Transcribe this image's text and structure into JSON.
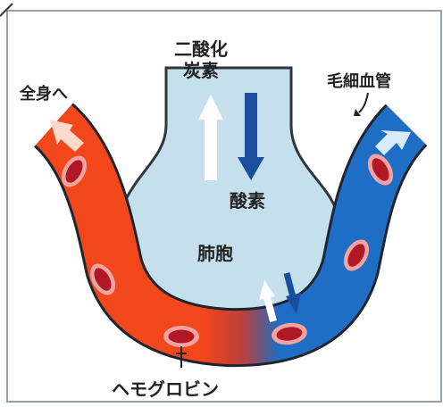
{
  "labels": {
    "co2": "二酸化\n炭素",
    "to_body": "全身へ",
    "capillary": "毛細血管",
    "oxygen": "酸素",
    "alveolus": "肺胞",
    "hemoglobin": "ヘモグロビン"
  },
  "colors": {
    "background": "#ffffff",
    "frame": "#9aa0a8",
    "alveolus_fill": "#c6dfec",
    "alveolus_stroke": "#2f3640",
    "oxygenated_blood": "#f2461b",
    "deoxygenated_blood": "#1d6ec4",
    "red_cell": "#b01825",
    "red_cell_halo": "#f4a3a3",
    "co2_arrow": "#ffffff",
    "o2_arrow": "#1a4fa0",
    "inlet_arrow": "#d8ecf8",
    "outlet_arrow": "#fbd9cc"
  }
}
